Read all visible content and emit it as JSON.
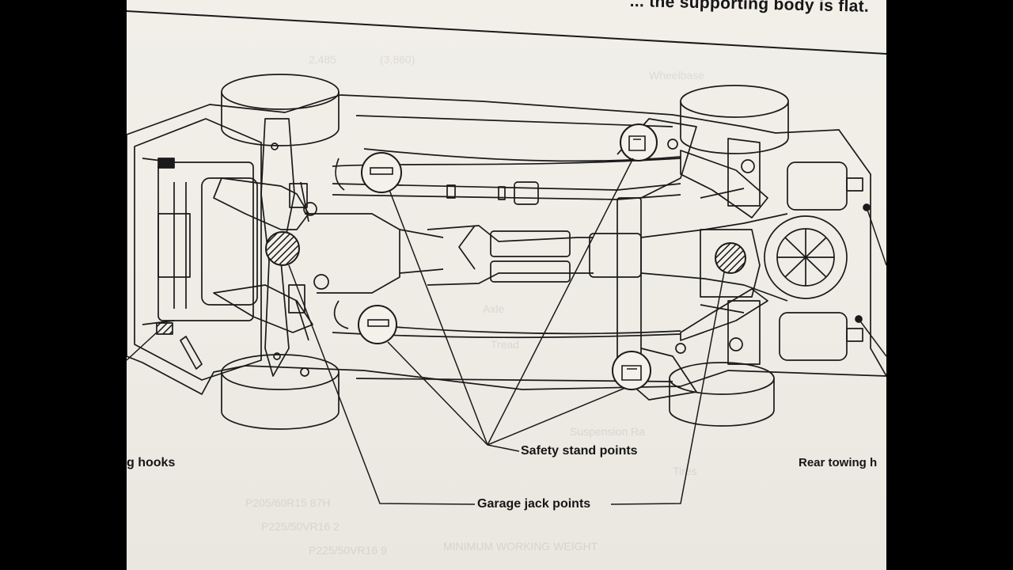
{
  "page": {
    "header_fragment": "... the supporting body is flat."
  },
  "diagram": {
    "view": "vehicle underside",
    "labels": {
      "front_towing_hooks": "g hooks",
      "safety_stand_points": "Safety stand points",
      "garage_jack_points": "Garage jack points",
      "rear_towing_hooks": "Rear towing h"
    },
    "point_counts": {
      "safety_stand_points": 4,
      "garage_jack_points": 2
    }
  },
  "colors": {
    "paper": "#efede6",
    "ink": "#1a1a1a",
    "frame": "#000000"
  }
}
